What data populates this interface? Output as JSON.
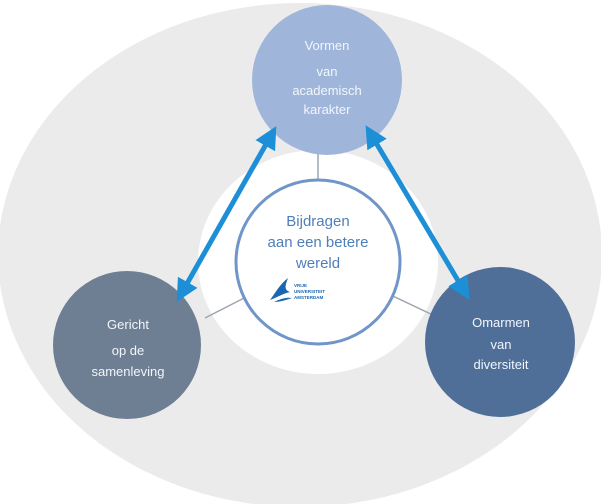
{
  "colors": {
    "outer_ring": "#ebebeb",
    "inner_disc": "#ffffff",
    "top_bubble": "#9fb6da",
    "left_bubble": "#6f7f93",
    "right_bubble": "#4f6f99",
    "center_border": "#6f95c9",
    "center_text": "#4f7fb8",
    "arrow": "#1d8fd6",
    "connector": "#9aa5b1",
    "bubble_text": "#f2f6fb",
    "logo": "#1b66b3"
  },
  "top_bubble": {
    "lines": [
      "Vormen",
      "van",
      "academisch",
      "karakter"
    ]
  },
  "left_bubble": {
    "lines": [
      "Gericht",
      "op de",
      "samenleving"
    ]
  },
  "right_bubble": {
    "lines": [
      "Omarmen",
      "van",
      "diversiteit"
    ]
  },
  "center": {
    "lines": [
      "Bijdragen",
      "aan een betere",
      "wereld"
    ],
    "logo_icon": "vu-griffin-icon",
    "logo_text_lines": [
      "VRIJE",
      "UNIVERSITEIT",
      "AMSTERDAM"
    ]
  }
}
